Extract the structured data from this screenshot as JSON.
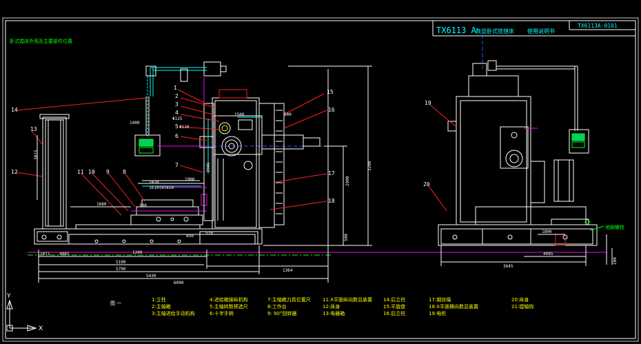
{
  "colors": {
    "background": "#000000",
    "white": "#ffffff",
    "frame": "#c8c8c8",
    "red": "#ff2020",
    "green": "#00ff00",
    "cyan": "#00ffff",
    "magenta": "#ff00ff",
    "yellow": "#ffff00",
    "blue": "#3050ff",
    "violet": "#c040ff"
  },
  "title_block": {
    "model_title": "TX6113 A",
    "model_title_rest": "数显卧式铣镗床",
    "manual_label": "使用说明书",
    "drawing_number": "TX6113A-0101"
  },
  "heading_left": "卧式镗床外观及主要部件位置",
  "labels": {
    "foundation_bolt": "地脚螺栓",
    "axis_y": "Y",
    "axis_x": "X",
    "legend_lead": "图 一"
  },
  "leaders": [
    "1",
    "2",
    "3",
    "4",
    "5",
    "6",
    "7",
    "8",
    "9",
    "10",
    "11",
    "12",
    "13",
    "14",
    "15",
    "16",
    "17",
    "18",
    "19",
    "20"
  ],
  "dimensions": {
    "d1": "1680",
    "d2": "300",
    "d3": "2900",
    "d4": "1200",
    "d5": "1071",
    "d6": "4085",
    "d7": "5100",
    "d8": "5790",
    "d9": "5430",
    "d10": "6090",
    "d11": "1364",
    "d12": "3645",
    "d13": "4085",
    "d14": "500",
    "d15": "200",
    "d16": "3200",
    "d17": "3015",
    "d18": "3945",
    "d19": "1800",
    "d20": "900",
    "d21": "850",
    "d22": "1500",
    "d23": "Φ125",
    "d24": "Φ110",
    "d25": "1418",
    "d26": "1400",
    "d27": "1610(X)610",
    "d28": "1900",
    "d29": "570"
  },
  "legend": [
    {
      "id": "1",
      "text": "1:立柱"
    },
    {
      "id": "2",
      "text": "2:主轴箱"
    },
    {
      "id": "3",
      "text": "3:主轴进给手动机构"
    },
    {
      "id": "4",
      "text": "4:进给箱操纵机构"
    },
    {
      "id": "5",
      "text": "5:主轴转数预选尺"
    },
    {
      "id": "6",
      "text": "6:十字手柄"
    },
    {
      "id": "7",
      "text": "7:主轴箱刀具位置尺"
    },
    {
      "id": "8",
      "text": "8:工作台"
    },
    {
      "id": "9",
      "text": "9: 90°回转器"
    },
    {
      "id": "11",
      "text": "11:X平面纵向数显装置"
    },
    {
      "id": "12",
      "text": "12:床身"
    },
    {
      "id": "13",
      "text": "13:电器箱"
    },
    {
      "id": "14",
      "text": "14:后立柱"
    },
    {
      "id": "15",
      "text": "15:平旋盘"
    },
    {
      "id": "16",
      "text": "16:后立柱"
    },
    {
      "id": "17",
      "text": "17:钢丝绳"
    },
    {
      "id": "18",
      "text": "18:X平面横向数显装置"
    },
    {
      "id": "19",
      "text": "19:电柜"
    },
    {
      "id": "20",
      "text": "20:床身"
    },
    {
      "id": "21",
      "text": "21:镗轴钩"
    }
  ]
}
